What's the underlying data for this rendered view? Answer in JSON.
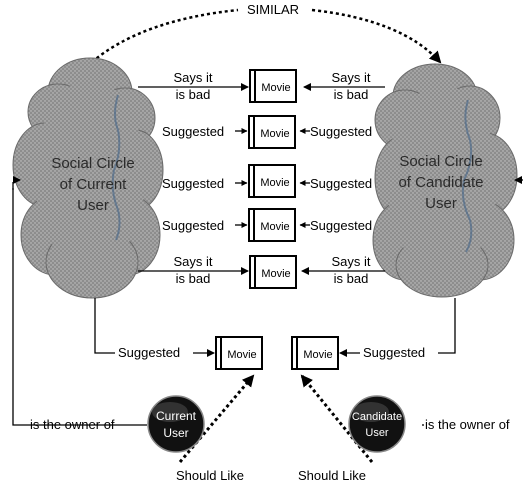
{
  "similar_label": "SIMILAR",
  "cloud_left": {
    "line1": "Social Circle",
    "line2": "of Current",
    "line3": "User"
  },
  "cloud_right": {
    "line1": "Social Circle",
    "line2": "of Candidate",
    "line3": "User"
  },
  "movie_label": "Movie",
  "rows": [
    {
      "left_line1": "Says it",
      "left_line2": "is bad",
      "right_line1": "Says it",
      "right_line2": "is bad"
    },
    {
      "left": "Suggested",
      "right": "Suggested"
    },
    {
      "left": "Suggested",
      "right": "Suggested"
    },
    {
      "left": "Suggested",
      "right": "Suggested"
    },
    {
      "left_line1": "Says it",
      "left_line2": "is bad",
      "right_line1": "Says it",
      "right_line2": "is bad"
    }
  ],
  "bottom": {
    "left_suggested": "Suggested",
    "right_suggested": "Suggested"
  },
  "current_user": {
    "line1": "Current",
    "line2": "User"
  },
  "candidate_user": {
    "line1": "Candidate",
    "line2": "User"
  },
  "owner_left": "is the owner of",
  "owner_right": "is the owner of",
  "should_like_left": "Should Like",
  "should_like_right": "Should Like"
}
